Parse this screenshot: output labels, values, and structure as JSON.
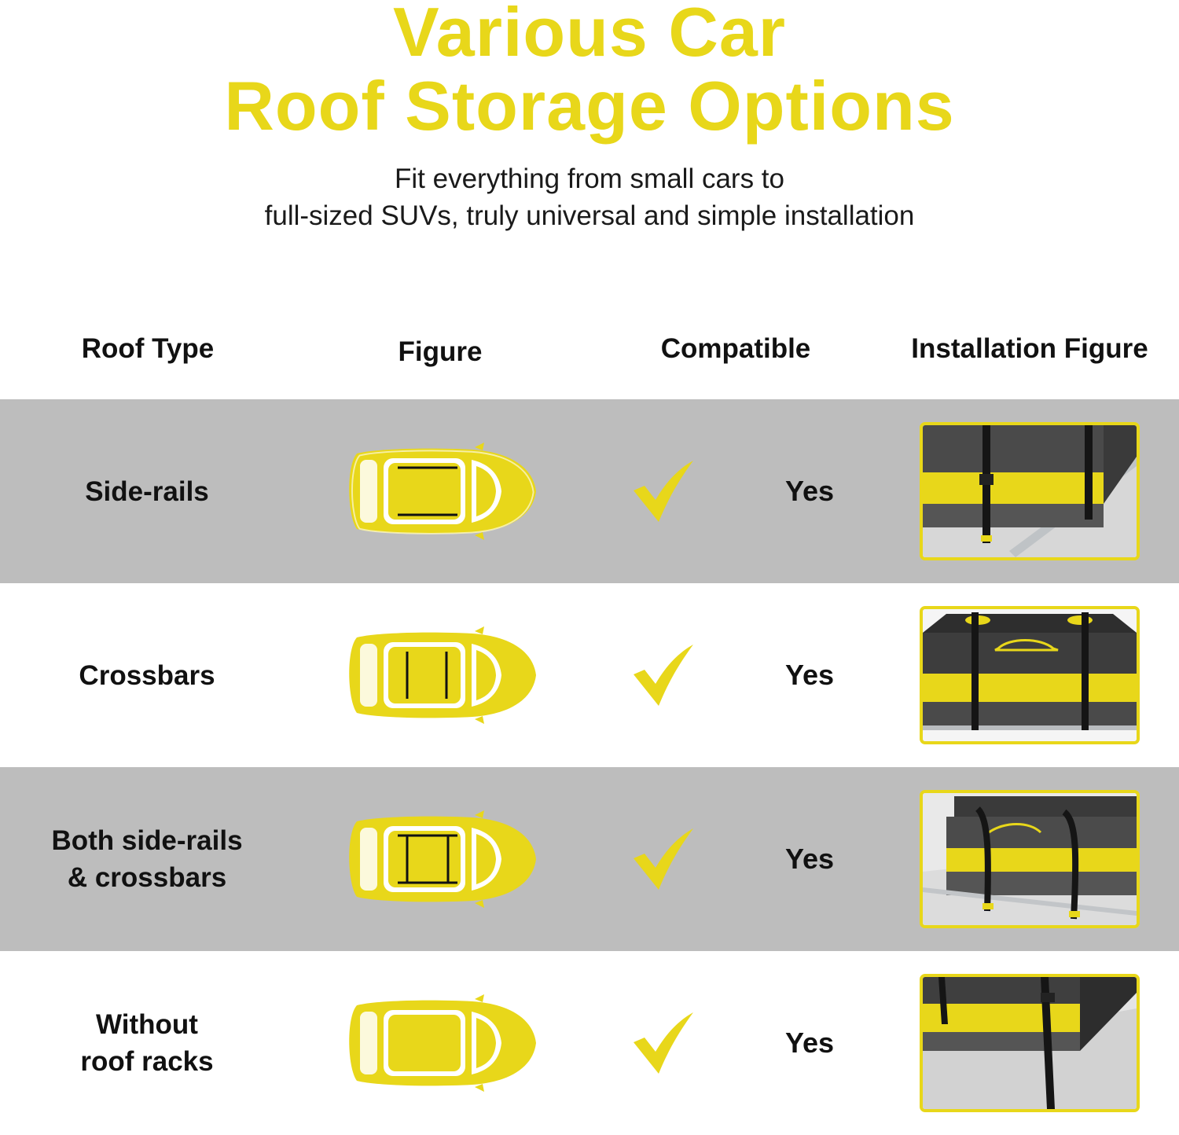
{
  "header": {
    "title_line1": "Various Car",
    "title_line2": "Roof Storage Options",
    "subtitle_line1": "Fit everything from small cars to",
    "subtitle_line2": "full-sized SUVs, truly universal and simple installation"
  },
  "table": {
    "columns": [
      "Roof Type",
      "Figure",
      "Compatible",
      "Installation Figure"
    ],
    "rows": [
      {
        "roof_type": [
          "Side-rails"
        ],
        "figure_icon": "car-side-rails-icon",
        "compatible": "Yes",
        "install_image": "side-rails-install-photo"
      },
      {
        "roof_type": [
          "Crossbars"
        ],
        "figure_icon": "car-crossbars-icon",
        "compatible": "Yes",
        "install_image": "crossbars-install-photo"
      },
      {
        "roof_type": [
          "Both side-rails",
          "& crossbars"
        ],
        "figure_icon": "car-both-racks-icon",
        "compatible": "Yes",
        "install_image": "both-racks-install-photo"
      },
      {
        "roof_type": [
          "Without",
          "roof racks"
        ],
        "figure_icon": "car-no-racks-icon",
        "compatible": "Yes",
        "install_image": "no-racks-install-photo"
      }
    ]
  },
  "colors": {
    "accent": "#e8d71a",
    "row_gray": "#bdbdbd",
    "text": "#111111"
  }
}
